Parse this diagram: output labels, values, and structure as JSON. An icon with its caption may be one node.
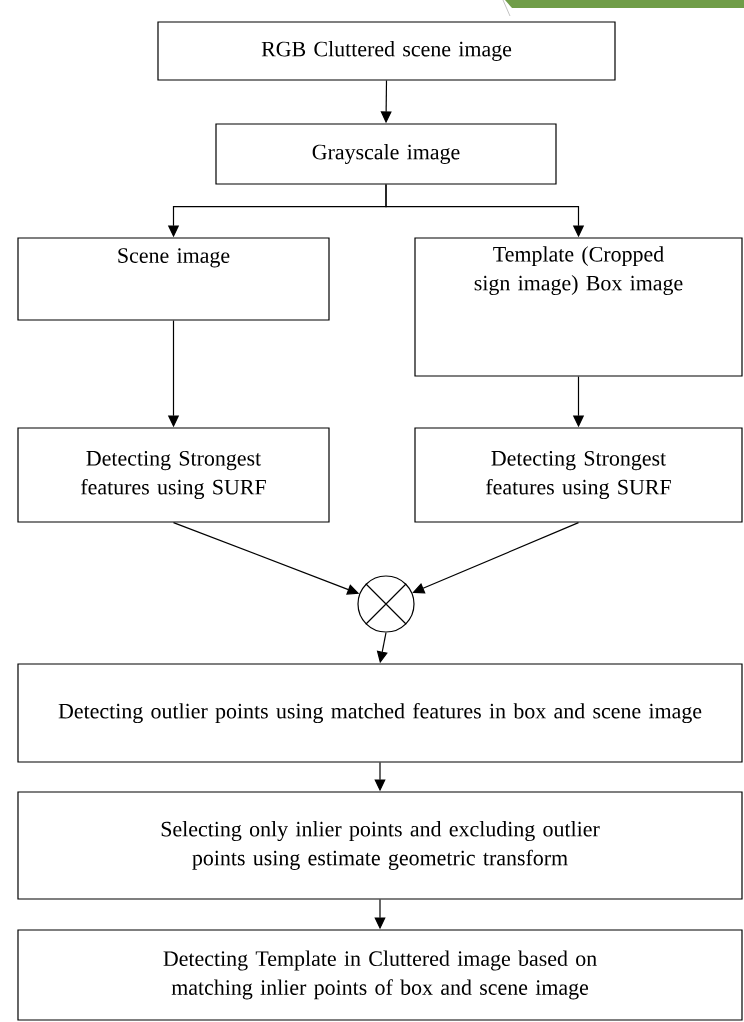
{
  "diagram": {
    "nodes": [
      {
        "text": [
          "RGB Cluttered scene image"
        ]
      },
      {
        "text": [
          "Grayscale image"
        ]
      },
      {
        "text": [
          "Scene image"
        ]
      },
      {
        "text": [
          "Template (Cropped sign image) Box image"
        ]
      },
      {
        "text": [
          "Detecting Strongest features using SURF"
        ]
      },
      {
        "text": [
          "Detecting Strongest features using SURF"
        ]
      },
      {
        "text": [],
        "shape": "circle"
      },
      {
        "text": [
          "Detecting outlier points using matched features in box and scene image"
        ]
      },
      {
        "text": [
          "Selecting only inlier points and excluding outlier points using estimate geometric transform"
        ]
      },
      {
        "text": [
          "Detecting Template in Cluttered image based on matching inlier points of box and scene image"
        ]
      }
    ],
    "edges": [
      {
        "from": 0,
        "to": 1,
        "arrow": "to"
      },
      {
        "from": 1,
        "to": 2,
        "arrow": "to"
      },
      {
        "from": 1,
        "to": 3,
        "arrow": "to"
      },
      {
        "from": 2,
        "to": 4,
        "arrow": "to"
      },
      {
        "from": 3,
        "to": 5,
        "arrow": "to"
      },
      {
        "from": 4,
        "to": 6,
        "arrow": "to"
      },
      {
        "from": 5,
        "to": 6,
        "arrow": "to"
      },
      {
        "from": 6,
        "to": 7,
        "arrow": "to"
      },
      {
        "from": 7,
        "to": 8,
        "arrow": "to"
      },
      {
        "from": 8,
        "to": 9,
        "arrow": "to"
      }
    ]
  }
}
